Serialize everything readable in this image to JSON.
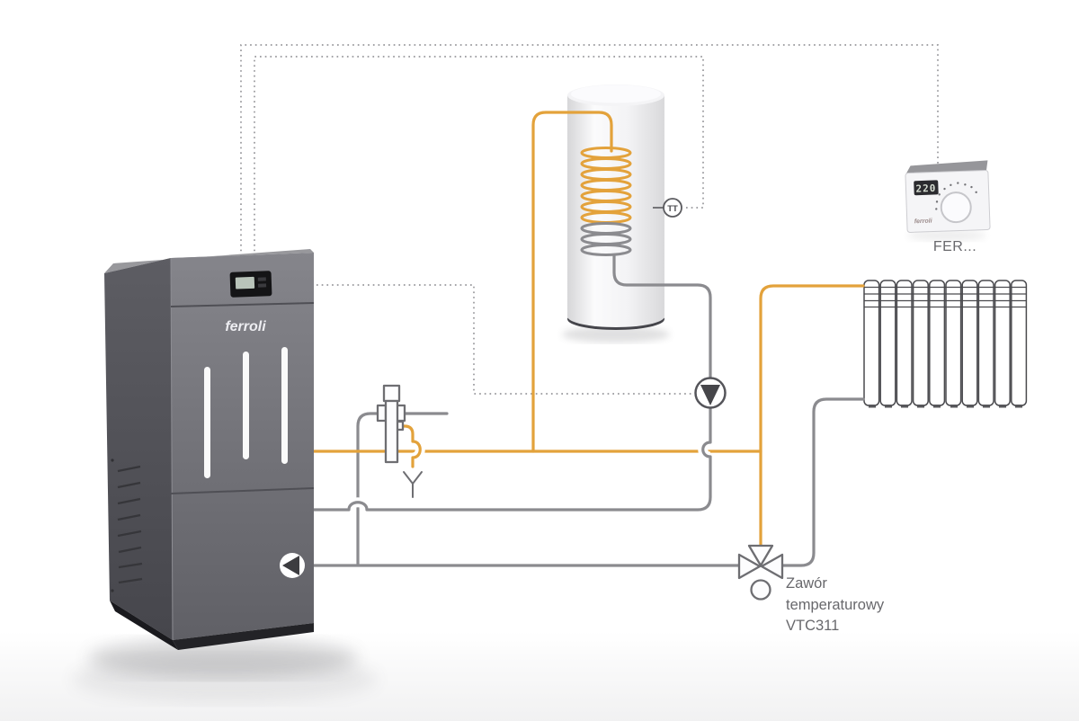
{
  "colors": {
    "pipe-hot": "#E3A23B",
    "pipe-return": "#8B8B8F",
    "control-dotted": "#98989C",
    "symbol-stroke": "#6E6E72",
    "label-text": "#68686C"
  },
  "boiler": {
    "brand_label": "ferroli"
  },
  "tank": {
    "sensor_label": "TT"
  },
  "thermostat": {
    "display_value": "220",
    "brand_label": "ferroli",
    "model_label": "FER..."
  },
  "valve": {
    "label": "Zawór\ntemperaturowy\nVTC311"
  },
  "icons": {
    "dhw_pump": "pump-icon",
    "boiler_pump": "pump-icon",
    "thermostatic_valve": "three-way-valve-icon",
    "tank_sensor": "temperature-sensor-icon",
    "safety_group": "safety-valve-icon",
    "drain": "drain-funnel-icon"
  }
}
